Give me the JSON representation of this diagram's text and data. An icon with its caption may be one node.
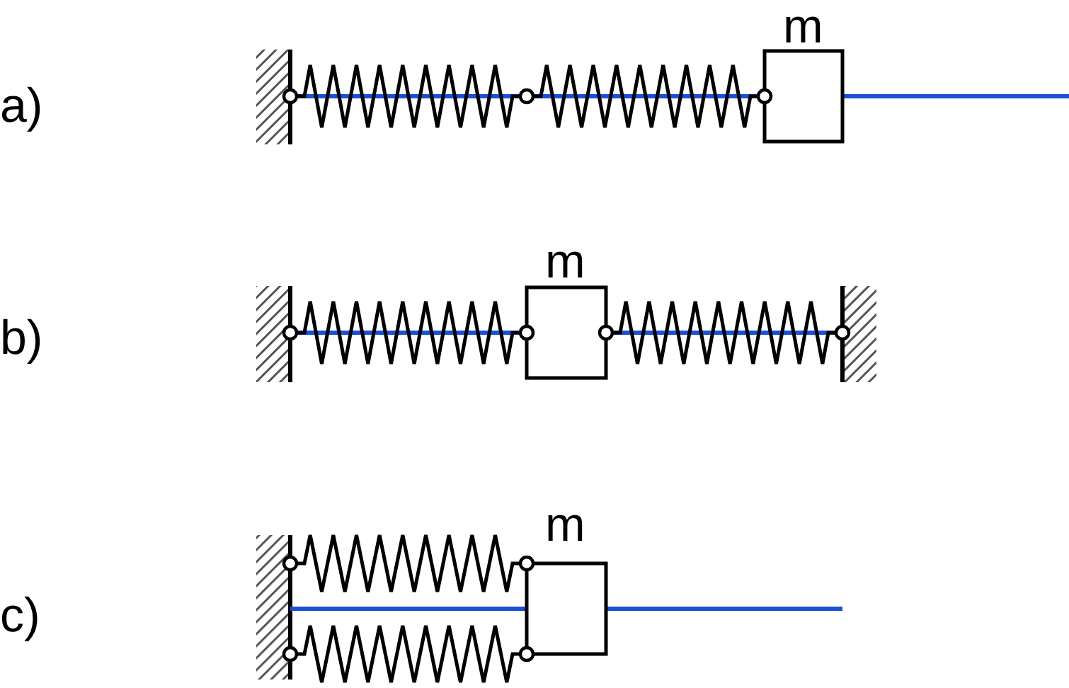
{
  "diagram": {
    "labels": [
      "a)",
      "m",
      "b)",
      "m",
      "c)",
      "m"
    ]
  }
}
